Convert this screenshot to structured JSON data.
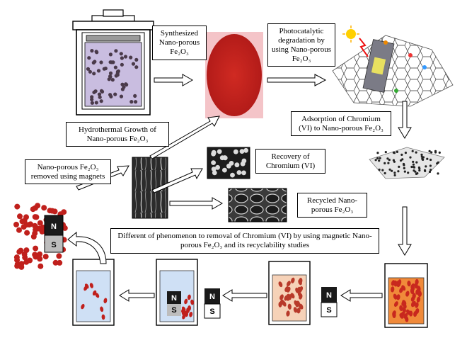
{
  "labels": {
    "synthesized": "Synthesized Nano-porous Fe₂O₃",
    "photocatalytic": "Photocatalytic degradation by using Nano-porous Fe₂O₃",
    "hydrothermal": "Hydrothermal Growth of Nano-porous Fe₂O₃",
    "adsorption": "Adsorption of Chromium (VI) to Nano-porous Fe₂O₃",
    "removed": "Nano-porous Fe₂O₃ removed using magnets",
    "recovery": "Recovery of Chromium (VI)",
    "recycled": "Recycled Nano-porous Fe₂O₃",
    "phenomenon": "Different of phenomenon to removal of Chromium (VI) by using magnetic Nano-porous Fe₂O₃ and its recyclability studies"
  },
  "magnets": {
    "north": "N",
    "south": "S"
  },
  "colors": {
    "hematite_red": "#c0201c",
    "particle_dark": "#4a3a4a",
    "solution_lilac": "#c9bde0",
    "solution_orange": "#f08a3a",
    "solution_peach": "#f6d2b8",
    "solution_blue": "#cfe0f5",
    "pink_bg": "#f4c4c8",
    "magnet_dark": "#1a1a1a",
    "magnet_grey": "#bdbdbd"
  }
}
